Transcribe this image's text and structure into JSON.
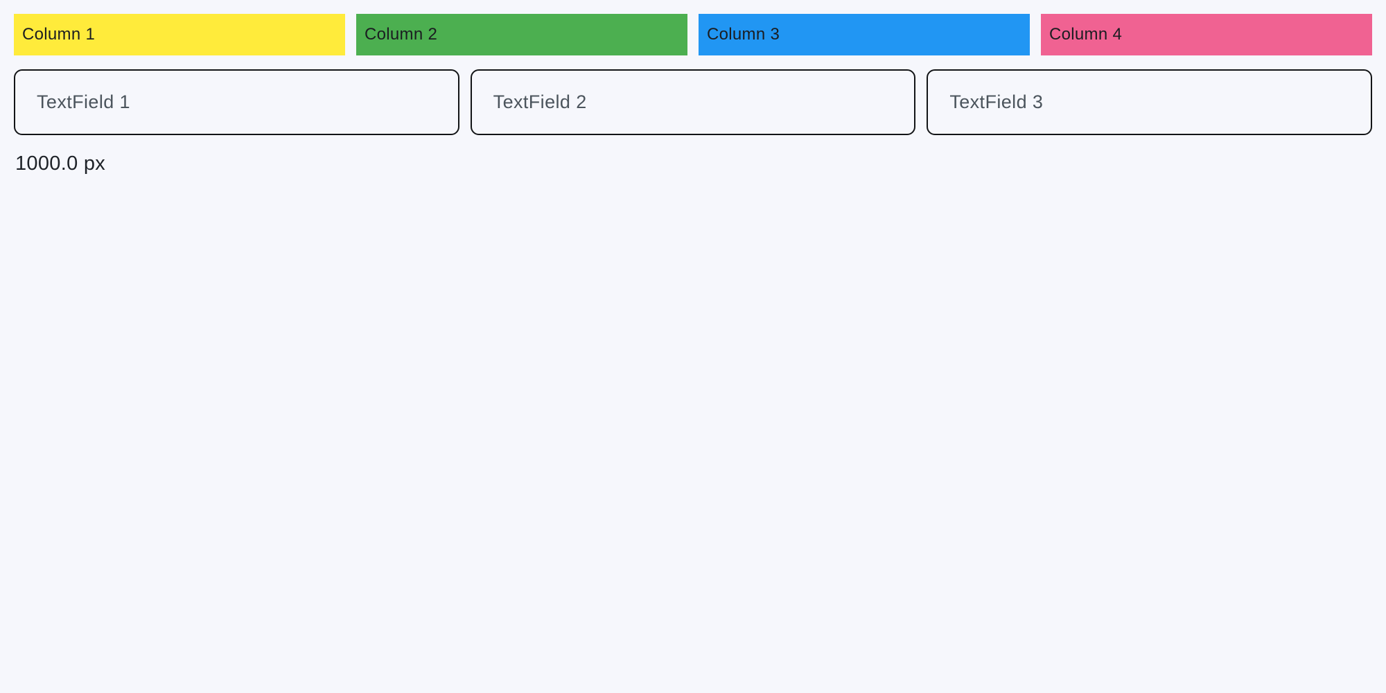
{
  "page": {
    "background_color": "#F6F7FC"
  },
  "columns_row": {
    "items": [
      {
        "label": "Column 1",
        "color": "#FFEB3B"
      },
      {
        "label": "Column 2",
        "color": "#4CAF50"
      },
      {
        "label": "Column 3",
        "color": "#2196F3"
      },
      {
        "label": "Column 4",
        "color": "#F06292"
      }
    ]
  },
  "textfields_row": {
    "items": [
      {
        "placeholder": "TextField 1"
      },
      {
        "placeholder": "TextField 2"
      },
      {
        "placeholder": "TextField 3"
      }
    ]
  },
  "readout": {
    "text": "1000.0 px"
  }
}
